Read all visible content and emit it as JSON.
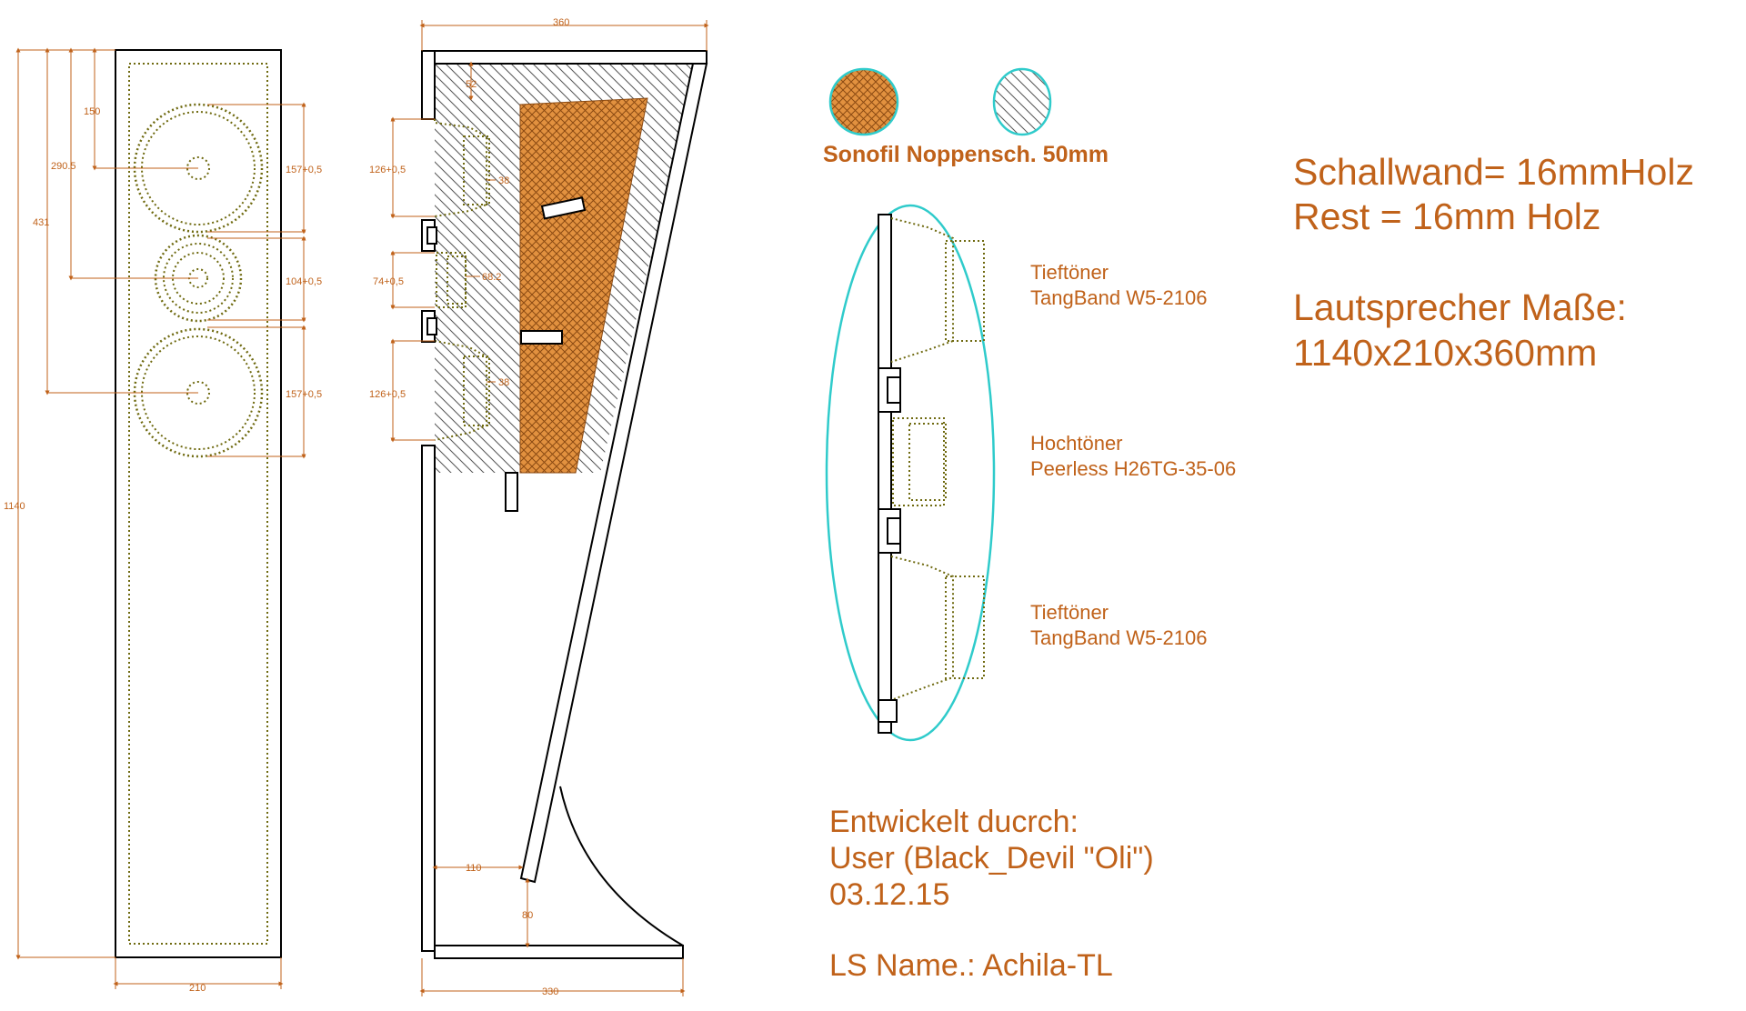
{
  "dimensions": {
    "front": {
      "width": "210",
      "height": "1140",
      "d150": "150",
      "d290": "290.5",
      "d431": "431",
      "woofer_top": "157+0,5",
      "tweeter": "104+0,5",
      "woofer_bottom": "157+0,5"
    },
    "side": {
      "depth_top": "360",
      "depth_bottom": "330",
      "gap_top": "52",
      "cut_woofer_top": "126+0,5",
      "cut_tweeter": "74+0,5",
      "cut_woofer_bottom": "126+0,5",
      "woofer_depth_top": "38",
      "tweeter_depth": "68.2",
      "woofer_depth_bottom": "38",
      "foot_offset": "110",
      "foot_height": "80"
    }
  },
  "legend": {
    "fill_label": "Sonofil Noppensch. 50mm"
  },
  "drivers": {
    "woofer_top_line1": "Tieftöner",
    "woofer_top_line2": "TangBand W5-2106",
    "tweeter_line1": "Hochtöner",
    "tweeter_line2": "Peerless H26TG-35-06",
    "woofer_bottom_line1": "Tieftöner",
    "woofer_bottom_line2": "TangBand W5-2106"
  },
  "specs": {
    "line1": "Schallwand= 16mmHolz",
    "line2": "Rest = 16mm Holz",
    "line3": "Lautsprecher Maße:",
    "line4": "1140x210x360mm"
  },
  "credits": {
    "line1": "Entwickelt ducrch:",
    "line2": "User (Black_Devil \"Oli\")",
    "line3": "03.12.15",
    "line4": "LS Name.: Achila-TL"
  },
  "colors": {
    "accent": "#c0621a",
    "fill": "#d9823b",
    "outline": "#000000",
    "ellipse": "#2fcbcb",
    "dots": "#6f6a10"
  }
}
